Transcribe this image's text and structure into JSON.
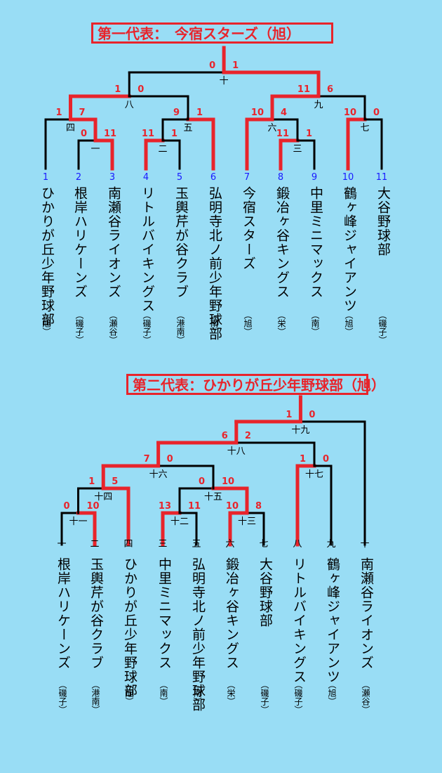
{
  "bracket1": {
    "title": "第一代表：　今宿スターズ（旭）",
    "teams": [
      {
        "seed": "1",
        "name": "ひかりが丘少年野球部",
        "area": "（旭）"
      },
      {
        "seed": "2",
        "name": "根岸ハリケーンズ",
        "area": "（磯子）"
      },
      {
        "seed": "3",
        "name": "南瀬谷ライオンズ",
        "area": "（瀬谷）"
      },
      {
        "seed": "4",
        "name": "リトルバイキングス",
        "area": "（磯子）"
      },
      {
        "seed": "5",
        "name": "玉輿芹が谷クラブ",
        "area": "（港南）"
      },
      {
        "seed": "6",
        "name": "弘明寺北ノ前少年野球部",
        "area": "（南）"
      },
      {
        "seed": "7",
        "name": "今宿スターズ",
        "area": "（旭）"
      },
      {
        "seed": "8",
        "name": "鍛冶ヶ谷キングス",
        "area": "（栄）"
      },
      {
        "seed": "9",
        "name": "中里ミニマックス",
        "area": "（南）"
      },
      {
        "seed": "10",
        "name": "鶴ヶ峰ジャイアンツ",
        "area": "（旭）"
      },
      {
        "seed": "11",
        "name": "大谷野球部",
        "area": "（磯子）"
      }
    ],
    "games": [
      {
        "id": "一",
        "left": "0",
        "right": "11"
      },
      {
        "id": "二",
        "left": "11",
        "right": "1"
      },
      {
        "id": "三",
        "left": "11",
        "right": "1"
      },
      {
        "id": "四",
        "left": "1",
        "right": "7"
      },
      {
        "id": "五",
        "left": "9",
        "right": "1"
      },
      {
        "id": "六",
        "left": "10",
        "right": "4"
      },
      {
        "id": "七",
        "left": "10",
        "right": "0"
      },
      {
        "id": "八",
        "left": "1",
        "right": "0"
      },
      {
        "id": "九",
        "left": "11",
        "right": "6"
      },
      {
        "id": "十",
        "left": "0",
        "right": "1"
      }
    ]
  },
  "bracket2": {
    "title": "第二代表：ひかりが丘少年野球部（旭）",
    "teams": [
      {
        "seed": "一",
        "name": "根岸ハリケーンズ",
        "area": "（磯子）"
      },
      {
        "seed": "二",
        "name": "玉輿芹が谷クラブ",
        "area": "（港南）"
      },
      {
        "seed": "四",
        "name": "ひかりが丘少年野球部",
        "area": "（旭）"
      },
      {
        "seed": "三",
        "name": "中里ミニマックス",
        "area": "（南）"
      },
      {
        "seed": "五",
        "name": "弘明寺北ノ前少年野球部",
        "area": "（南）"
      },
      {
        "seed": "六",
        "name": "鍛冶ヶ谷キングス",
        "area": "（栄）"
      },
      {
        "seed": "七",
        "name": "大谷野球部",
        "area": "（磯子）"
      },
      {
        "seed": "八",
        "name": "リトルバイキングス",
        "area": "（磯子）"
      },
      {
        "seed": "九",
        "name": "鶴ヶ峰ジャイアンツ",
        "area": "（旭）"
      },
      {
        "seed": "十",
        "name": "南瀬谷ライオンズ",
        "area": "（瀬谷）"
      }
    ],
    "games": [
      {
        "id": "十一",
        "left": "0",
        "right": "10"
      },
      {
        "id": "十二",
        "left": "13",
        "right": "11"
      },
      {
        "id": "十三",
        "left": "10",
        "right": "8"
      },
      {
        "id": "十四",
        "left": "1",
        "right": "5"
      },
      {
        "id": "十五",
        "left": "0",
        "right": "10"
      },
      {
        "id": "十六",
        "left": "7",
        "right": "0"
      },
      {
        "id": "十七",
        "left": "1",
        "right": "0"
      },
      {
        "id": "十八",
        "left": "6",
        "right": "2"
      },
      {
        "id": "十九",
        "left": "1",
        "right": "0"
      }
    ]
  },
  "colors": {
    "win": "#e8242b",
    "lose": "#000000",
    "seed": "#1a1aff",
    "background": "#99ddf5"
  }
}
